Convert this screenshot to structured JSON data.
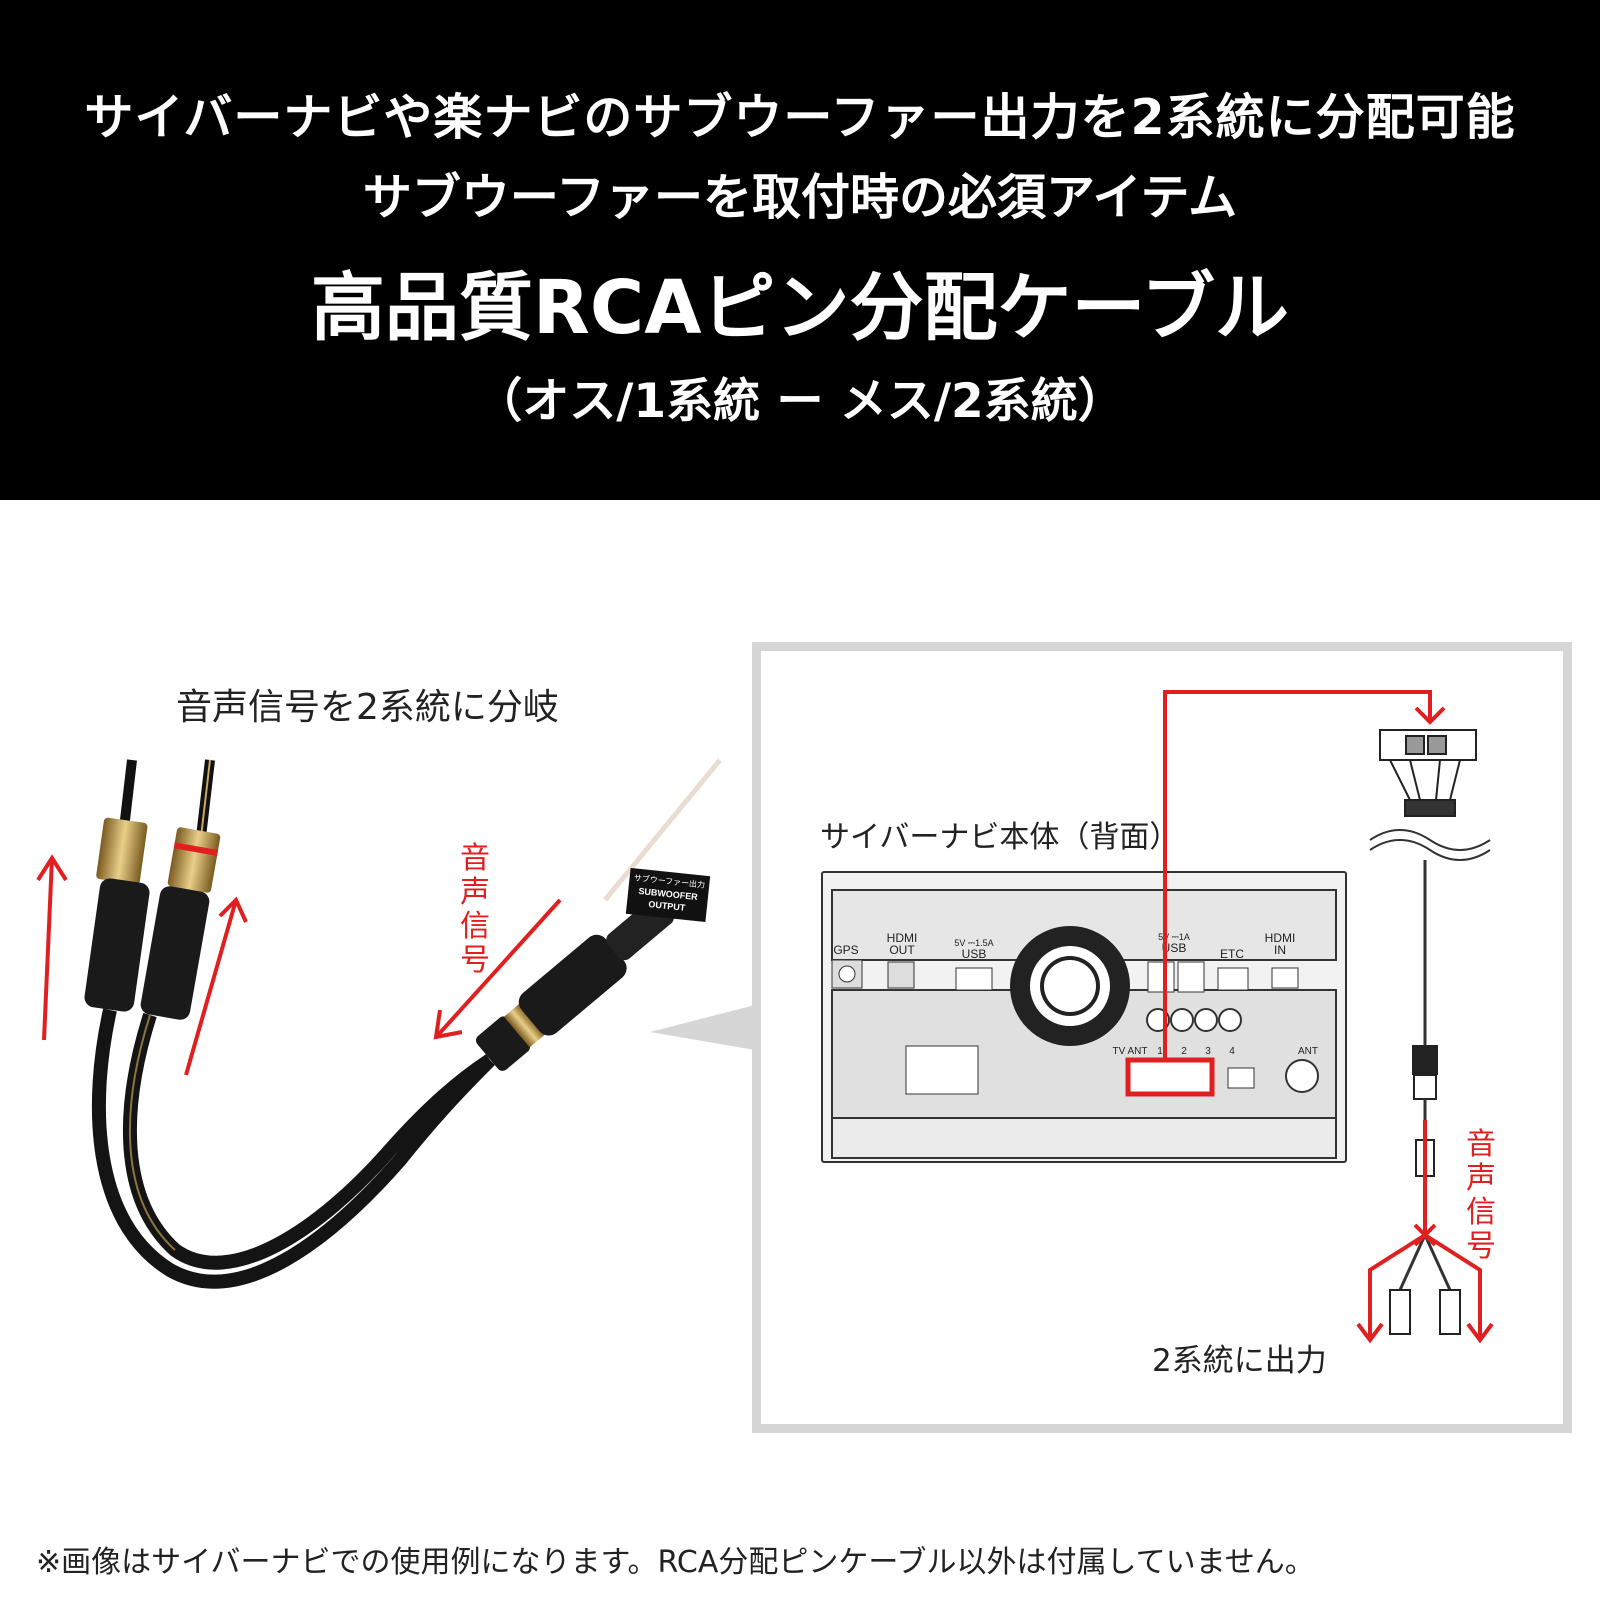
{
  "banner": {
    "line1": "サイバーナビや楽ナビのサブウーファー出力を2系統に分配可能",
    "line2": "サブウーファーを取付時の必須アイテム",
    "title": "高品質RCAピン分配ケーブル",
    "subtitle": "（オス/1系統 ー メス/2系統）"
  },
  "photo": {
    "branch_label": "音声信号を2系統に分岐",
    "signal_label": "音声信号",
    "tag": {
      "line1": "サブウーファー出力",
      "line2": "SUBWOOFER",
      "line3": "OUTPUT"
    }
  },
  "diagram": {
    "nav_label": "サイバーナビ本体（背面）",
    "signal_label": "音声信号",
    "output_label": "2系統に出力",
    "ports": {
      "gps": "GPS",
      "hdmi_out_1": "HDMI",
      "hdmi_out_2": "OUT",
      "usb_rating_left": "5V ⎓1.5A",
      "usb_left": "USB",
      "usb_rating_right": "5V ⎓1A",
      "usb_right": "USB",
      "etc": "ETC",
      "hdmi_in_1": "HDMI",
      "hdmi_in_2": "IN",
      "tv_ant": "TV ANT",
      "n1": "1",
      "n2": "2",
      "n3": "3",
      "n4": "4",
      "ant": "ANT"
    }
  },
  "footnote": "※画像はサイバーナビでの使用例になります。RCA分配ピンケーブル以外は付属していません。",
  "colors": {
    "accent": "#e02020",
    "banner_bg": "#000000",
    "panel_border": "#d6d6d6"
  }
}
